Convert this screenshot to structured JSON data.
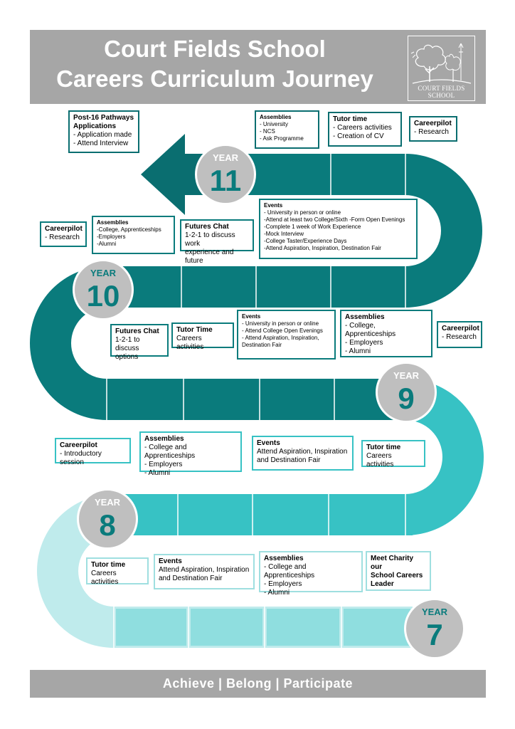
{
  "header": {
    "title_line1": "Court Fields School",
    "title_line2": "Careers Curriculum Journey",
    "logo_text_line1": "COURT FIELDS",
    "logo_text_line2": "SCHOOL"
  },
  "footer": {
    "motto": "Achieve | Belong | Participate"
  },
  "colors": {
    "header_gray": "#a6a6a6",
    "year11_dark": "#0a6e70",
    "year10": "#0a7b7c",
    "year9": "#37c2c4",
    "year8": "#9fdfe0",
    "year7": "#bfebec",
    "badge_gray": "#bfbfbf"
  },
  "years": {
    "y11": {
      "label": "YEAR",
      "number": "11"
    },
    "y10": {
      "label": "YEAR",
      "number": "10"
    },
    "y9": {
      "label": "YEAR",
      "number": "9"
    },
    "y8": {
      "label": "YEAR",
      "number": "8"
    },
    "y7": {
      "label": "YEAR",
      "number": "7"
    }
  },
  "year11": {
    "post16": {
      "heading_1": "Post-16 Pathways",
      "heading_2": "Applications",
      "items": [
        "- Application made",
        "- Attend Interview"
      ]
    },
    "assemblies": {
      "heading": "Assemblies",
      "items": [
        "- University",
        "- NCS",
        "- Ask Programme"
      ]
    },
    "tutor": {
      "heading": "Tutor time",
      "items": [
        "- Careers activities",
        "- Creation of CV"
      ]
    },
    "careerpilot": {
      "heading": "Careerpilot",
      "items": [
        "- Research"
      ]
    }
  },
  "year10": {
    "careerpilot": {
      "heading": "Careerpilot",
      "items": [
        "- Research"
      ]
    },
    "assemblies": {
      "heading": "Assemblies",
      "items": [
        "-College, Apprenticeships",
        "-Employers",
        "-Alumni"
      ]
    },
    "futures": {
      "heading": "Futures Chat",
      "items": [
        "1-2-1 to discuss work",
        "experience and future"
      ]
    },
    "events": {
      "heading": "Events",
      "items": [
        "- University in person or online",
        "-Attend at least two College/Sixth -Form Open Evenings",
        "-Complete 1 week of Work Experience",
        "-Mock Interview",
        "-College Taster/Experience Days",
        "-Attend Aspiration, Inspiration, Destination Fair"
      ]
    }
  },
  "year9": {
    "futures": {
      "heading": "Futures Chat",
      "items": [
        "1-2-1 to discuss",
        "options"
      ]
    },
    "tutor": {
      "heading": "Tutor Time",
      "items": [
        "Careers activities"
      ]
    },
    "events": {
      "heading": "Events",
      "items": [
        "- University in person or online",
        "- Attend College Open Evenings",
        "- Attend Aspiration, Inspiration,",
        "Destination Fair"
      ]
    },
    "assemblies": {
      "heading": "Assemblies",
      "items": [
        "- College, Apprenticeships",
        "- Employers",
        "- Alumni"
      ]
    },
    "careerpilot": {
      "heading": "Careerpilot",
      "items": [
        "- Research"
      ]
    }
  },
  "year8": {
    "careerpilot": {
      "heading": "Careerpilot",
      "items": [
        "- Introductory session"
      ]
    },
    "assemblies": {
      "heading": "Assemblies",
      "items": [
        "- College and Apprenticeships",
        "- Employers",
        "- Alumni"
      ]
    },
    "events": {
      "heading": "Events",
      "items": [
        "Attend Aspiration, Inspiration",
        "and Destination Fair"
      ]
    },
    "tutor": {
      "heading": "Tutor time",
      "items": [
        "Careers activities"
      ]
    }
  },
  "year7": {
    "tutor": {
      "heading": "Tutor time",
      "items": [
        "Careers activities"
      ]
    },
    "events": {
      "heading": "Events",
      "items": [
        "Attend Aspiration, Inspiration",
        "and Destination Fair"
      ]
    },
    "assemblies": {
      "heading": "Assemblies",
      "items": [
        "- College and Apprenticeships",
        "- Employers",
        "- Alumni"
      ]
    },
    "meet": {
      "heading_1": "Meet Charity our",
      "heading_2": "School Careers",
      "heading_3": "Leader"
    }
  }
}
